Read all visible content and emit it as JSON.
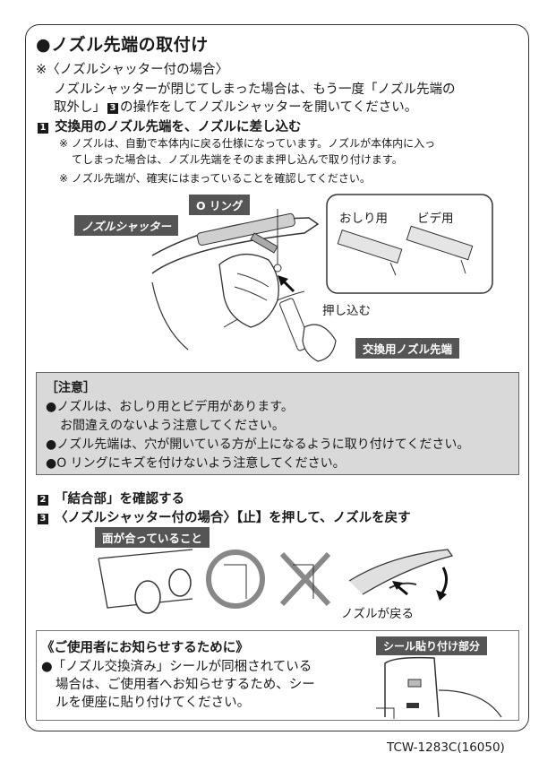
{
  "title": "●ノズル先端の取付け",
  "note_case": "※〈ノズルシャッター付の場合〉",
  "note_body_1": "ノズルシャッターが閉じてしまった場合は、もう一度「ノズル先端の",
  "note_body_2a": "取外し」",
  "note_body_2_num": "3",
  "note_body_2b": "の操作をしてノズルシャッターを開いてください。",
  "step1": {
    "num": "1",
    "text": "交換用のノズル先端を、ノズルに差し込む",
    "note1a": "※ ノズルは、自動で本体内に戻る仕様になっています。ノズルが本体内に入っ",
    "note1b": "てしまった場合は、ノズル先端をそのまま押し込んで取り付けます。",
    "note2": "※ ノズル先端が、確実にはまっていることを確認してください。"
  },
  "figure1": {
    "o_ring": "O リング",
    "nozzle_shutter": "ノズルシャッター",
    "oshiri": "おしり用",
    "bidet": "ビデ用",
    "push_in": "押し込む",
    "replacement_tip": "交換用ノズル先端"
  },
  "caution": {
    "heading": "［注意］",
    "line1": "●ノズルは、おしり用とビデ用があります。",
    "line2": "お間違えのないよう注意してください。",
    "line3": "●ノズル先端は、穴が開いている方が上になるように取り付けてください。",
    "line4": "●O リングにキズを付けないよう注意してください。"
  },
  "step2": {
    "num": "2",
    "text": "「結合部」を確認する"
  },
  "step3": {
    "num": "3",
    "text": "〈ノズルシャッター付の場合〉【止】を押して、ノズルを戻す"
  },
  "figure2": {
    "faces_match": "面が合っていること",
    "nozzle_returns": "ノズルが戻る"
  },
  "info": {
    "heading": "《ご使用者にお知らせするために》",
    "line1": "●「ノズル交換済み」シールが同梱されている",
    "line2": "場合は、ご使用者へお知らせするため、シー",
    "line3": "ルを便座に貼り付けてください。",
    "sticker_label": "シール貼り付け部分"
  },
  "doc_code": "TCW-1283C(16050)"
}
